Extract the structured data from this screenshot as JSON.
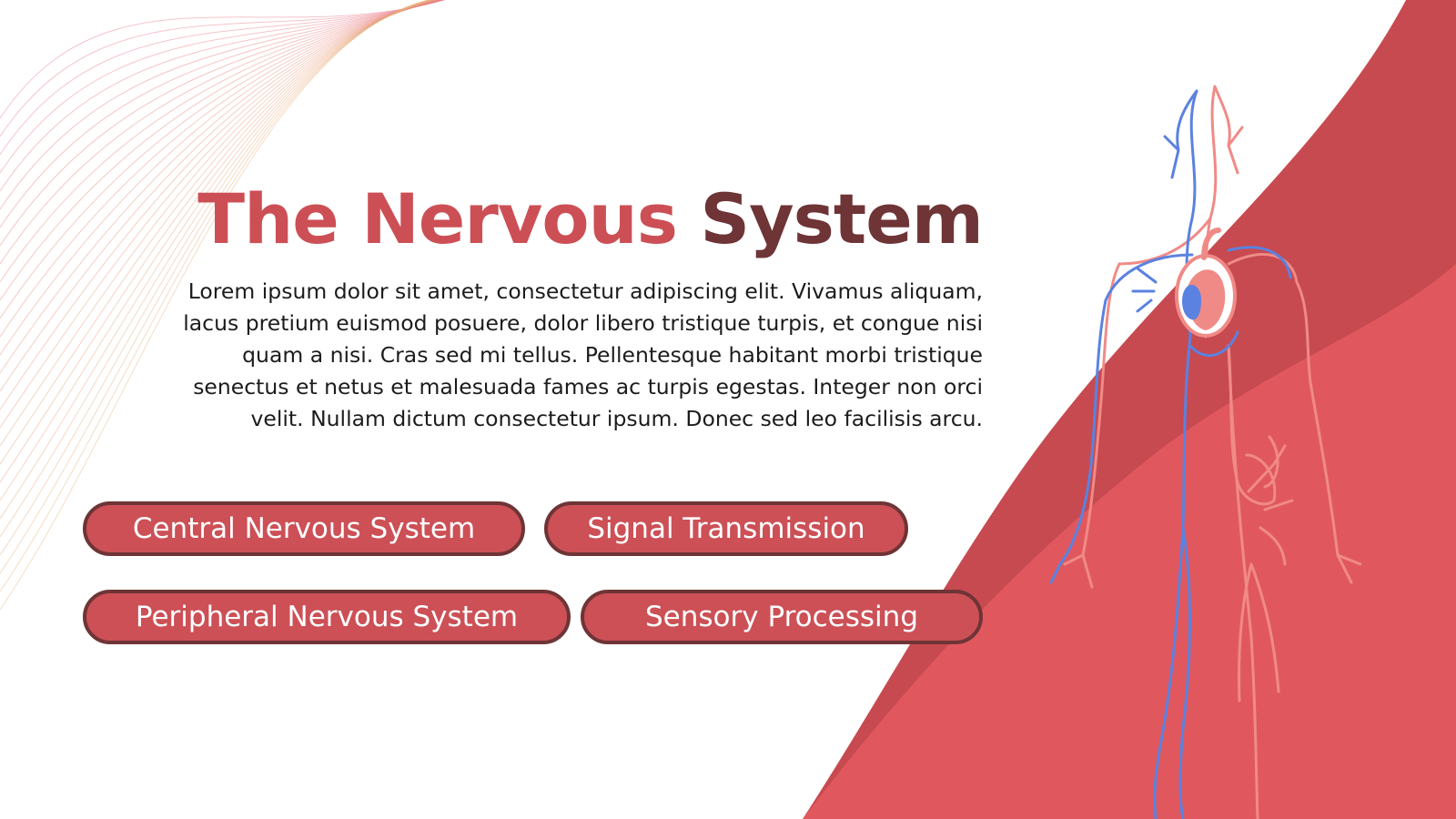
{
  "title": {
    "part1": "The Nervous",
    "part2": "System"
  },
  "body": "Lorem ipsum dolor sit amet, consectetur adipiscing elit. Vivamus aliquam, lacus pretium euismod posuere, dolor libero tristique turpis, et congue nisi quam a nisi. Cras sed mi tellus. Pellentesque habitant morbi tristique senectus et netus et malesuada fames ac turpis egestas. Integer non orci velit. Nullam dictum consectetur ipsum. Donec sed leo facilisis arcu.",
  "topics": [
    {
      "label": "Central Nervous System"
    },
    {
      "label": "Signal Transmission"
    },
    {
      "label": "Peripheral Nervous System"
    },
    {
      "label": "Sensory Processing"
    }
  ],
  "colors": {
    "accent": "#cc4f55",
    "dark": "#6e3436",
    "shape_dark": "#c74a50",
    "shape_light": "#e0585e",
    "artery": "#f08a86",
    "vein": "#5b82e0"
  }
}
